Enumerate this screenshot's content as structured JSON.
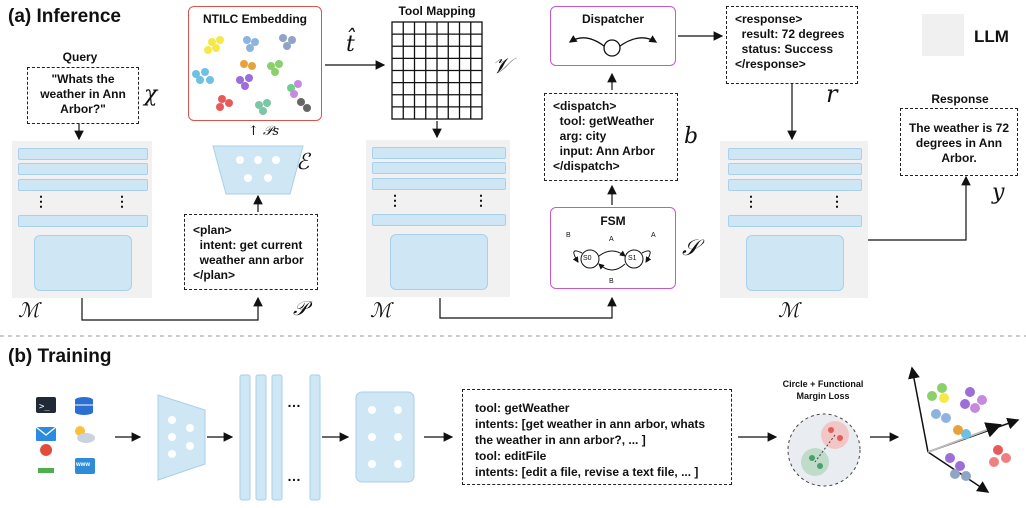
{
  "inference": {
    "title": "(a) Inference",
    "query_label": "Query",
    "query_text": "\"Whats the weather in Ann Arbor?\"",
    "chi": "χ",
    "embedding_title": "NTILC Embedding",
    "p_s": "↑ 𝒫s",
    "e_sym": "ℰ",
    "plan_text": "<plan>\n  intent: get current\n  weather ann arbor\n</plan>",
    "p_sym": "𝒫",
    "m_sym": "ℳ",
    "t_hat": "t̂",
    "tool_mapping_title": "Tool Mapping",
    "v_sym": "𝒱",
    "dispatcher_title": "Dispatcher",
    "dispatch_text": "<dispatch>\n  tool: getWeather\n  arg: city\n  input: Ann Arbor\n</dispatch>",
    "b_sym": "b",
    "fsm_title": "FSM",
    "s_sym": "𝒮",
    "fsm_states": [
      "S0",
      "S1"
    ],
    "fsm_edges": [
      "B",
      "A",
      "A",
      "B"
    ],
    "response_xml": "<response>\n  result: 72 degrees\n  status: Success\n</response>",
    "r_sym": "r",
    "response_label": "Response",
    "response_text": "The weather is 72 degrees in Ann Arbor.",
    "y_sym": "y",
    "legend_label": "LLM",
    "dots": "⋮"
  },
  "training": {
    "title": "(b) Training",
    "tool_text": "tool: getWeather\nintents: [get weather in ann arbor, whats\nthe weather in ann arbor?, ... ]\ntool: editFile\nintents: [edit a file, revise a text file, ... ]",
    "loss_label": "Circle + Functional\nMargin Loss",
    "ellipsis": "…",
    "icons": [
      "terminal-icon",
      "database-icon",
      "mail-icon",
      "weather-icon",
      "map-pin-icon",
      "web-icon"
    ],
    "www": "www"
  },
  "colors": {
    "llm_blue": "#cfe6f4",
    "embedding_border": "#d9534f",
    "dispatcher_border": "#c659c6",
    "panel_gray": "#f1f1f1"
  }
}
